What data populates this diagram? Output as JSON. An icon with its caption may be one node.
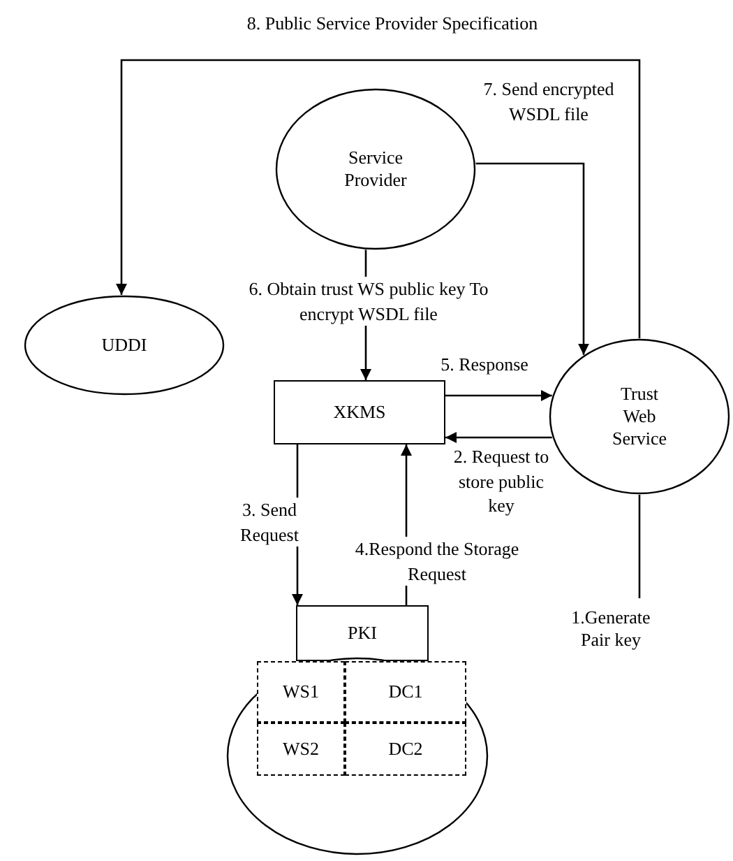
{
  "diagram": {
    "nodes": [
      {
        "text": [
          "Service Provider"
        ]
      },
      {
        "text": [
          "UDDI"
        ]
      },
      {
        "text": [
          "XKMS"
        ]
      },
      {
        "text": [
          "Trust Web Service"
        ]
      },
      {
        "text": [
          "PKI"
        ]
      },
      {
        "text": [
          "1.Generate Pair key"
        ]
      },
      {
        "text": [],
        "shape": "circle"
      },
      {
        "text": [
          "WS1"
        ],
        "in": 6
      },
      {
        "text": [
          "DC1"
        ],
        "in": 6
      },
      {
        "text": [
          "WS2"
        ],
        "in": 6
      },
      {
        "text": [
          "DC2"
        ],
        "in": 6
      }
    ],
    "edges": [
      {
        "from": 3,
        "to": 1,
        "arrow": "to",
        "label": "8. Public Service Provider Specification"
      },
      {
        "from": 0,
        "to": 3,
        "arrow": "to",
        "label": "7. Send encrypted WSDL file"
      },
      {
        "from": 0,
        "to": 2,
        "arrow": "to",
        "label": "6. Obtain trust WS public key To encrypt WSDL file"
      },
      {
        "from": 2,
        "to": 3,
        "arrow": "to",
        "label": "5. Response"
      },
      {
        "from": 3,
        "to": 2,
        "arrow": "to",
        "label": "2. Request to store public key"
      },
      {
        "from": 2,
        "to": 4,
        "arrow": "to",
        "label": "3. Send Request"
      },
      {
        "from": 4,
        "to": 2,
        "arrow": "to",
        "label": "4.Respond the Storage Request"
      },
      {
        "from": 3,
        "to": 5,
        "arrow": "none"
      }
    ]
  }
}
